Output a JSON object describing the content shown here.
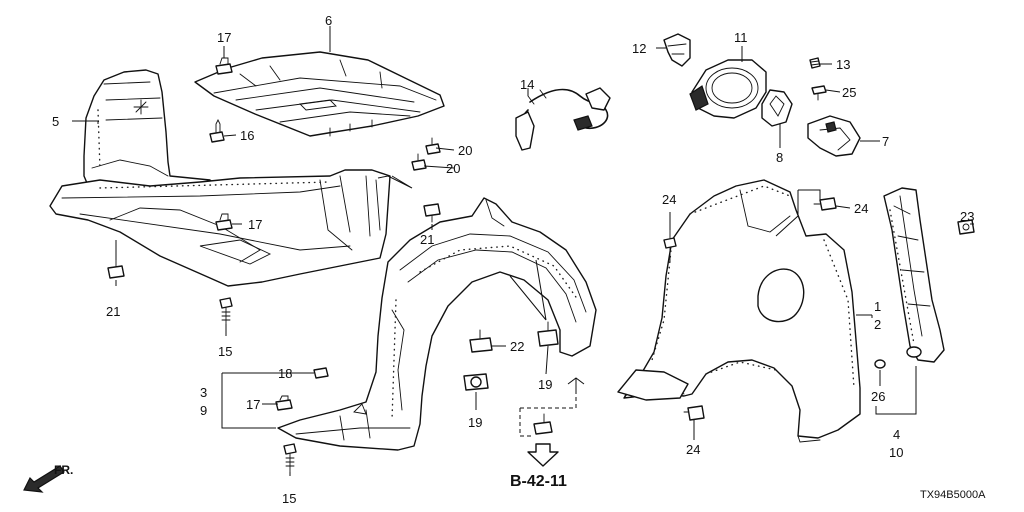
{
  "diagram": {
    "callouts": {
      "c1": "1",
      "c2": "2",
      "c3": "3",
      "c4": "4",
      "c5": "5",
      "c6": "6",
      "c7": "7",
      "c8": "8",
      "c9": "9",
      "c10": "10",
      "c11": "11",
      "c12": "12",
      "c13": "13",
      "c14": "14",
      "c15a": "15",
      "c15b": "15",
      "c16": "16",
      "c17a": "17",
      "c17b": "17",
      "c17c": "17",
      "c18": "18",
      "c19a": "19",
      "c19b": "19",
      "c20a": "20",
      "c20b": "20",
      "c21a": "21",
      "c21b": "21",
      "c22": "22",
      "c23": "23",
      "c24a": "24",
      "c24b": "24",
      "c24c": "24",
      "c25": "25",
      "c26": "26"
    },
    "section_ref": "B-42-11",
    "front_label": "FR.",
    "diagram_code": "TX94B5000A"
  }
}
